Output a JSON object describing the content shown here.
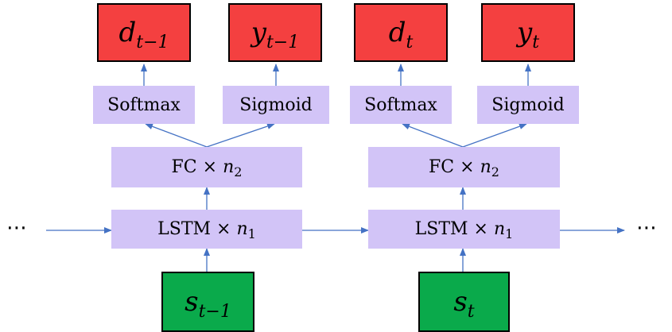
{
  "outputs": {
    "d_prev": {
      "base": "d",
      "sub": "t−1"
    },
    "y_prev": {
      "base": "y",
      "sub": "t−1"
    },
    "d_t": {
      "base": "d",
      "sub": "t"
    },
    "y_t": {
      "base": "y",
      "sub": "t"
    }
  },
  "heads": {
    "softmax": "Softmax",
    "sigmoid": "Sigmoid"
  },
  "fc": {
    "text": "FC × ",
    "var": "n",
    "sub": "2"
  },
  "lstm": {
    "text": "LSTM × ",
    "var": "n",
    "sub": "1"
  },
  "inputs": {
    "s_prev": {
      "base": "s",
      "sub": "t−1"
    },
    "s_t": {
      "base": "s",
      "sub": "t"
    }
  },
  "ellipsis": "⋯",
  "colors": {
    "output": "#f44040",
    "input": "#0aaa4b",
    "layer": "#d2c4f7",
    "arrow": "#4472c4"
  }
}
